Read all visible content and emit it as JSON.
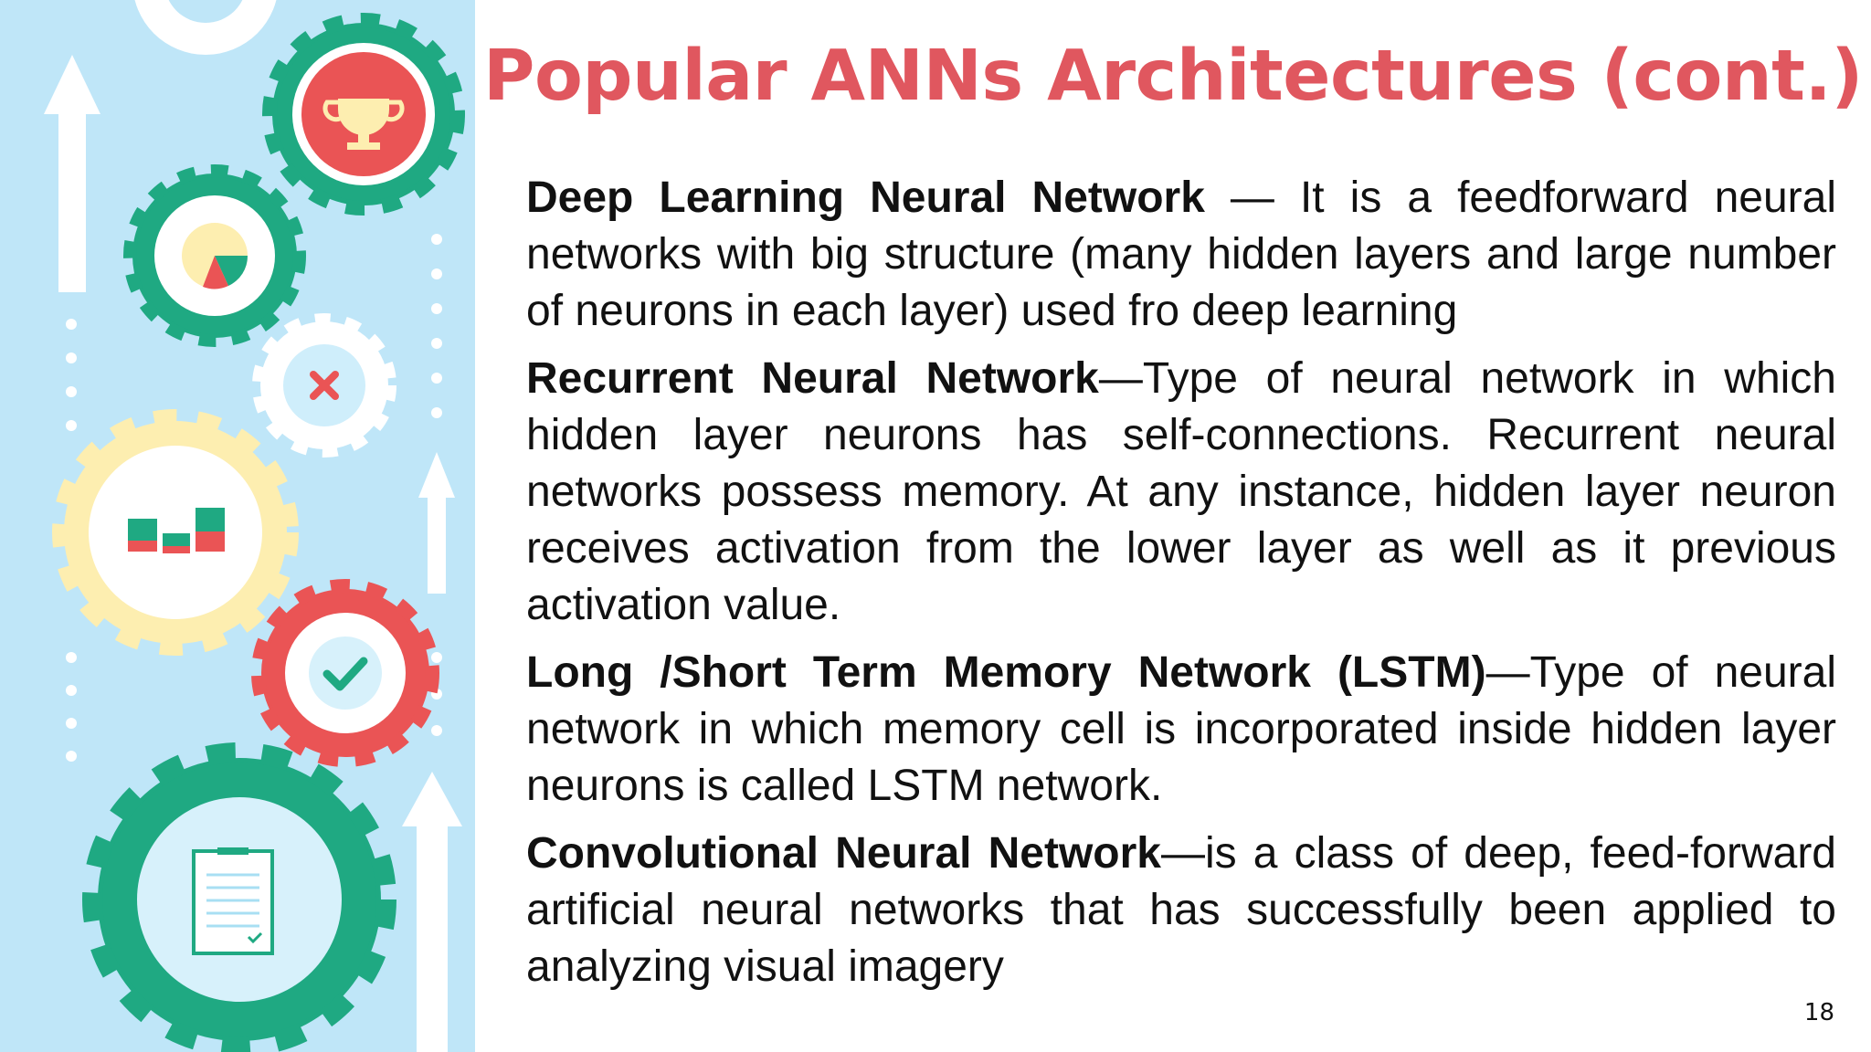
{
  "slide": {
    "title": "Popular ANNs Architectures (cont.)",
    "page_number": "18"
  },
  "paragraphs": [
    {
      "term": "Deep Learning Neural Network",
      "text": " — It is a feedforward neural networks with big structure (many hidden layers and large number of neurons in each layer) used fro deep learning"
    },
    {
      "term": "Recurrent Neural Network",
      "text": "—Type of neural network in which hidden layer neurons has self-connections. Recurrent neural networks possess memory. At any instance, hidden layer neuron receives activation from the lower layer as well as it previous activation value."
    },
    {
      "term": "Long /Short Term Memory Network (LSTM)",
      "text": "—Type of neural network in which memory cell is incorporated inside hidden layer neurons is called LSTM network."
    },
    {
      "term": "Convolutional Neural Network",
      "text": "—is a class of deep, feed-forward artificial neural networks that has successfully been applied to analyzing visual imagery"
    }
  ],
  "illustration": {
    "colors": {
      "background": "#bfe6f8",
      "teal": "#1fa982",
      "red": "#ea5455",
      "yellow": "#fdeeb0",
      "white": "#ffffff"
    },
    "icons": [
      "trophy-icon",
      "pie-chart-icon",
      "close-icon",
      "bar-chart-icon",
      "check-icon",
      "clipboard-icon",
      "arrow-up-icon"
    ]
  }
}
